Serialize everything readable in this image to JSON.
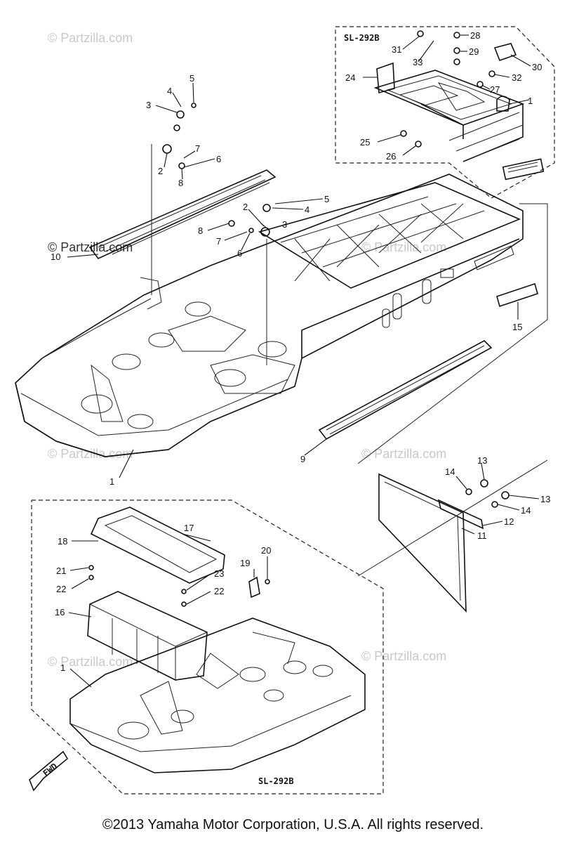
{
  "diagram": {
    "subassembly_codes": [
      "SL-292B",
      "SL-292B"
    ],
    "front_marker": "FWD",
    "watermarks": [
      "© Partzilla.com",
      "© Partzilla.com",
      "© Partzilla.com",
      "© Partzilla.com",
      "© Partzilla.com",
      "© Partzilla.com",
      "© Partzilla.com"
    ],
    "callouts": [
      "1",
      "1",
      "1",
      "2",
      "3",
      "4",
      "5",
      "6",
      "7",
      "8",
      "2",
      "3",
      "4",
      "5",
      "6",
      "7",
      "8",
      "9",
      "10",
      "11",
      "12",
      "13",
      "13",
      "14",
      "14",
      "15",
      "16",
      "17",
      "18",
      "19",
      "20",
      "21",
      "22",
      "22",
      "23",
      "24",
      "25",
      "26",
      "27",
      "28",
      "29",
      "30",
      "31",
      "32",
      "33"
    ]
  },
  "footer": {
    "copyright": "©2013 Yamaha Motor Corporation, U.S.A. All rights reserved."
  }
}
